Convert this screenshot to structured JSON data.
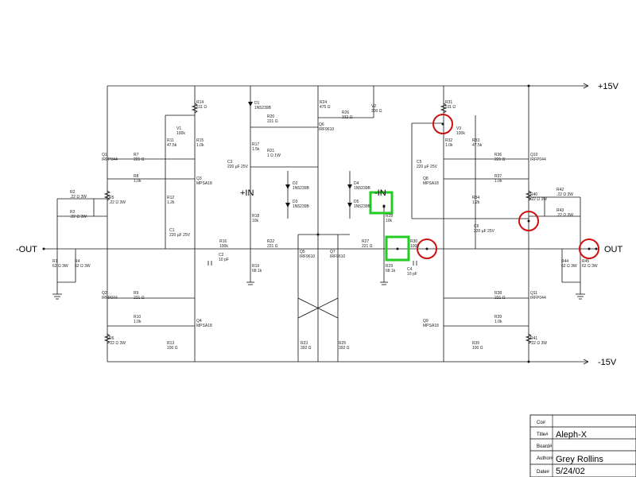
{
  "rails": {
    "pos": "+15V",
    "neg": "-15V"
  },
  "ports": {
    "out_neg": "-OUT",
    "out_pos": "OUT",
    "in_pos": "+IN",
    "in_neg": "-IN"
  },
  "parts": [
    {
      "ref": "Q1",
      "val": "IRFP044"
    },
    {
      "ref": "Q2",
      "val": "IRFP044"
    },
    {
      "ref": "Q3",
      "val": "MPSA18"
    },
    {
      "ref": "Q4",
      "val": "MPSA18"
    },
    {
      "ref": "Q5",
      "val": "IRF9610"
    },
    {
      "ref": "Q6",
      "val": "IRF9610"
    },
    {
      "ref": "Q7",
      "val": "IRF9610"
    },
    {
      "ref": "Q8",
      "val": "MPSA18"
    },
    {
      "ref": "Q9",
      "val": "MPSA18"
    },
    {
      "ref": "Q10",
      "val": "IRFP044"
    },
    {
      "ref": "Q11",
      "val": "IRFP044"
    },
    {
      "ref": "R1",
      "val": "62 Ω 3W"
    },
    {
      "ref": "R2",
      "val": ".22 Ω 3W"
    },
    {
      "ref": "R3",
      "val": ".22 Ω 3W"
    },
    {
      "ref": "R4",
      "val": "62 Ω 3W"
    },
    {
      "ref": "R5",
      "val": ".22 Ω 3W"
    },
    {
      "ref": "R6",
      "val": ".22 Ω 3W"
    },
    {
      "ref": "R7",
      "val": "221 Ω"
    },
    {
      "ref": "R8",
      "val": "1.0k"
    },
    {
      "ref": "R9",
      "val": "221 Ω"
    },
    {
      "ref": "R10",
      "val": "1.0k"
    },
    {
      "ref": "R11",
      "val": "47.5k"
    },
    {
      "ref": "R12",
      "val": "1.2k"
    },
    {
      "ref": "R13",
      "val": "100 Ω"
    },
    {
      "ref": "R14",
      "val": "511 Ω"
    },
    {
      "ref": "R15",
      "val": "1.0k"
    },
    {
      "ref": "R16",
      "val": "100k"
    },
    {
      "ref": "R17",
      "val": "1.5k"
    },
    {
      "ref": "R18",
      "val": "10k"
    },
    {
      "ref": "R19",
      "val": "68.1k"
    },
    {
      "ref": "R20",
      "val": "221 Ω"
    },
    {
      "ref": "R21",
      "val": "1 Ω 1W"
    },
    {
      "ref": "R22",
      "val": "221 Ω"
    },
    {
      "ref": "R23",
      "val": "392 Ω"
    },
    {
      "ref": "R24",
      "val": "475 Ω"
    },
    {
      "ref": "R25",
      "val": "392 Ω"
    },
    {
      "ref": "R26",
      "val": "332 Ω"
    },
    {
      "ref": "R27",
      "val": "221 Ω"
    },
    {
      "ref": "R28",
      "val": "10k"
    },
    {
      "ref": "R29",
      "val": "68.1k"
    },
    {
      "ref": "R30",
      "val": "100k"
    },
    {
      "ref": "R31",
      "val": "511 Ω"
    },
    {
      "ref": "R32",
      "val": "1.0k"
    },
    {
      "ref": "R33",
      "val": "47.5k"
    },
    {
      "ref": "R34",
      "val": "1.2k"
    },
    {
      "ref": "R35",
      "val": "100 Ω"
    },
    {
      "ref": "R36",
      "val": "221 Ω"
    },
    {
      "ref": "R37",
      "val": "1.0k"
    },
    {
      "ref": "R38",
      "val": "221 Ω"
    },
    {
      "ref": "R39",
      "val": "1.0k"
    },
    {
      "ref": "R40",
      "val": ".22 Ω 3W"
    },
    {
      "ref": "R41",
      "val": ".22 Ω 3W"
    },
    {
      "ref": "R42",
      "val": ".22 Ω 3W"
    },
    {
      "ref": "R43",
      "val": ".22 Ω 3W"
    },
    {
      "ref": "R44",
      "val": "62 Ω 3W"
    },
    {
      "ref": "R45",
      "val": "62 Ω 3W"
    },
    {
      "ref": "C1",
      "val": "220 µF 25V"
    },
    {
      "ref": "C2",
      "val": "10 pF"
    },
    {
      "ref": "C3",
      "val": "220 µF 25V"
    },
    {
      "ref": "C4",
      "val": "10 pF"
    },
    {
      "ref": "C5",
      "val": "220 µF 25V"
    },
    {
      "ref": "C6",
      "val": "220 µF 25V"
    },
    {
      "ref": "D1",
      "val": "1N5239B"
    },
    {
      "ref": "D2",
      "val": "1N5239B"
    },
    {
      "ref": "D3",
      "val": "1N5239B"
    },
    {
      "ref": "D4",
      "val": "1N5239B"
    },
    {
      "ref": "D5",
      "val": "1N5239B"
    },
    {
      "ref": "V1",
      "val": "100k"
    },
    {
      "ref": "V2",
      "val": "200 Ω"
    },
    {
      "ref": "V3",
      "val": "100k"
    }
  ],
  "title_block": {
    "co_label": "Co#",
    "title_label": "Title#",
    "title": "Aleph-X",
    "board_label": "Board#",
    "author_label": "Author#",
    "author": "Grey Rollins",
    "date_label": "Date#",
    "date": "5/24/02"
  },
  "colors": {
    "highlight_green": "#22cc22",
    "highlight_red": "#cc1111",
    "wire": "#111111"
  }
}
